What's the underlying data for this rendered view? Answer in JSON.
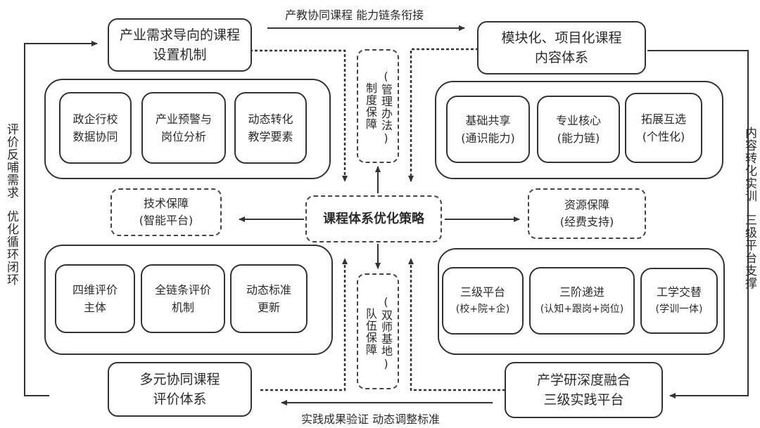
{
  "diagram": {
    "center": "课程体系优化策略",
    "top_flow_label": "产教协同课程  能力链条衔接",
    "bottom_flow_label": "实践成果验证  动态调整标准",
    "left_side_label": [
      "评价反哺需求",
      "优化循环闭环"
    ],
    "right_side_label": [
      "内容转化实训",
      "三级平台支撑"
    ],
    "corners": {
      "top_left": [
        "产业需求导向的课程",
        "设置机制"
      ],
      "top_right": [
        "模块化、项目化课程",
        "内容体系"
      ],
      "bottom_left": [
        "多元协同课程",
        "评价体系"
      ],
      "bottom_right": [
        "产学研深度融合",
        "三级实践平台"
      ]
    },
    "groups": {
      "top_left": [
        {
          "line1": "政企行校",
          "line2": "数据协同"
        },
        {
          "line1": "产业预警与",
          "line2": "岗位分析"
        },
        {
          "line1": "动态转化",
          "line2": "教学要素"
        }
      ],
      "top_right": [
        {
          "line1": "基础共享",
          "line2": "(通识能力)"
        },
        {
          "line1": "专业核心",
          "line2": "(能力链)"
        },
        {
          "line1": "拓展互选",
          "line2": "(个性化)"
        }
      ],
      "bottom_left": [
        {
          "line1": "四维评价",
          "line2": "主体"
        },
        {
          "line1": "全链条评价",
          "line2": "机制"
        },
        {
          "line1": "动态标准",
          "line2": "更新"
        }
      ],
      "bottom_right": [
        {
          "line1": "三级平台",
          "line2": "(校+院+企)"
        },
        {
          "line1": "三阶递进",
          "line2": "(认知+跟岗+岗位)"
        },
        {
          "line1": "工学交替",
          "line2": "(学训一体)"
        }
      ]
    },
    "guarantees": {
      "top": {
        "main": "制度保障",
        "sub": "(管理办法)"
      },
      "bottom": {
        "main": "队伍保障",
        "sub": "(双师基地)"
      },
      "left": {
        "line1": "技术保障",
        "line2": "(智能平台)"
      },
      "right": {
        "line1": "资源保障",
        "line2": "(经费支持)"
      }
    }
  }
}
